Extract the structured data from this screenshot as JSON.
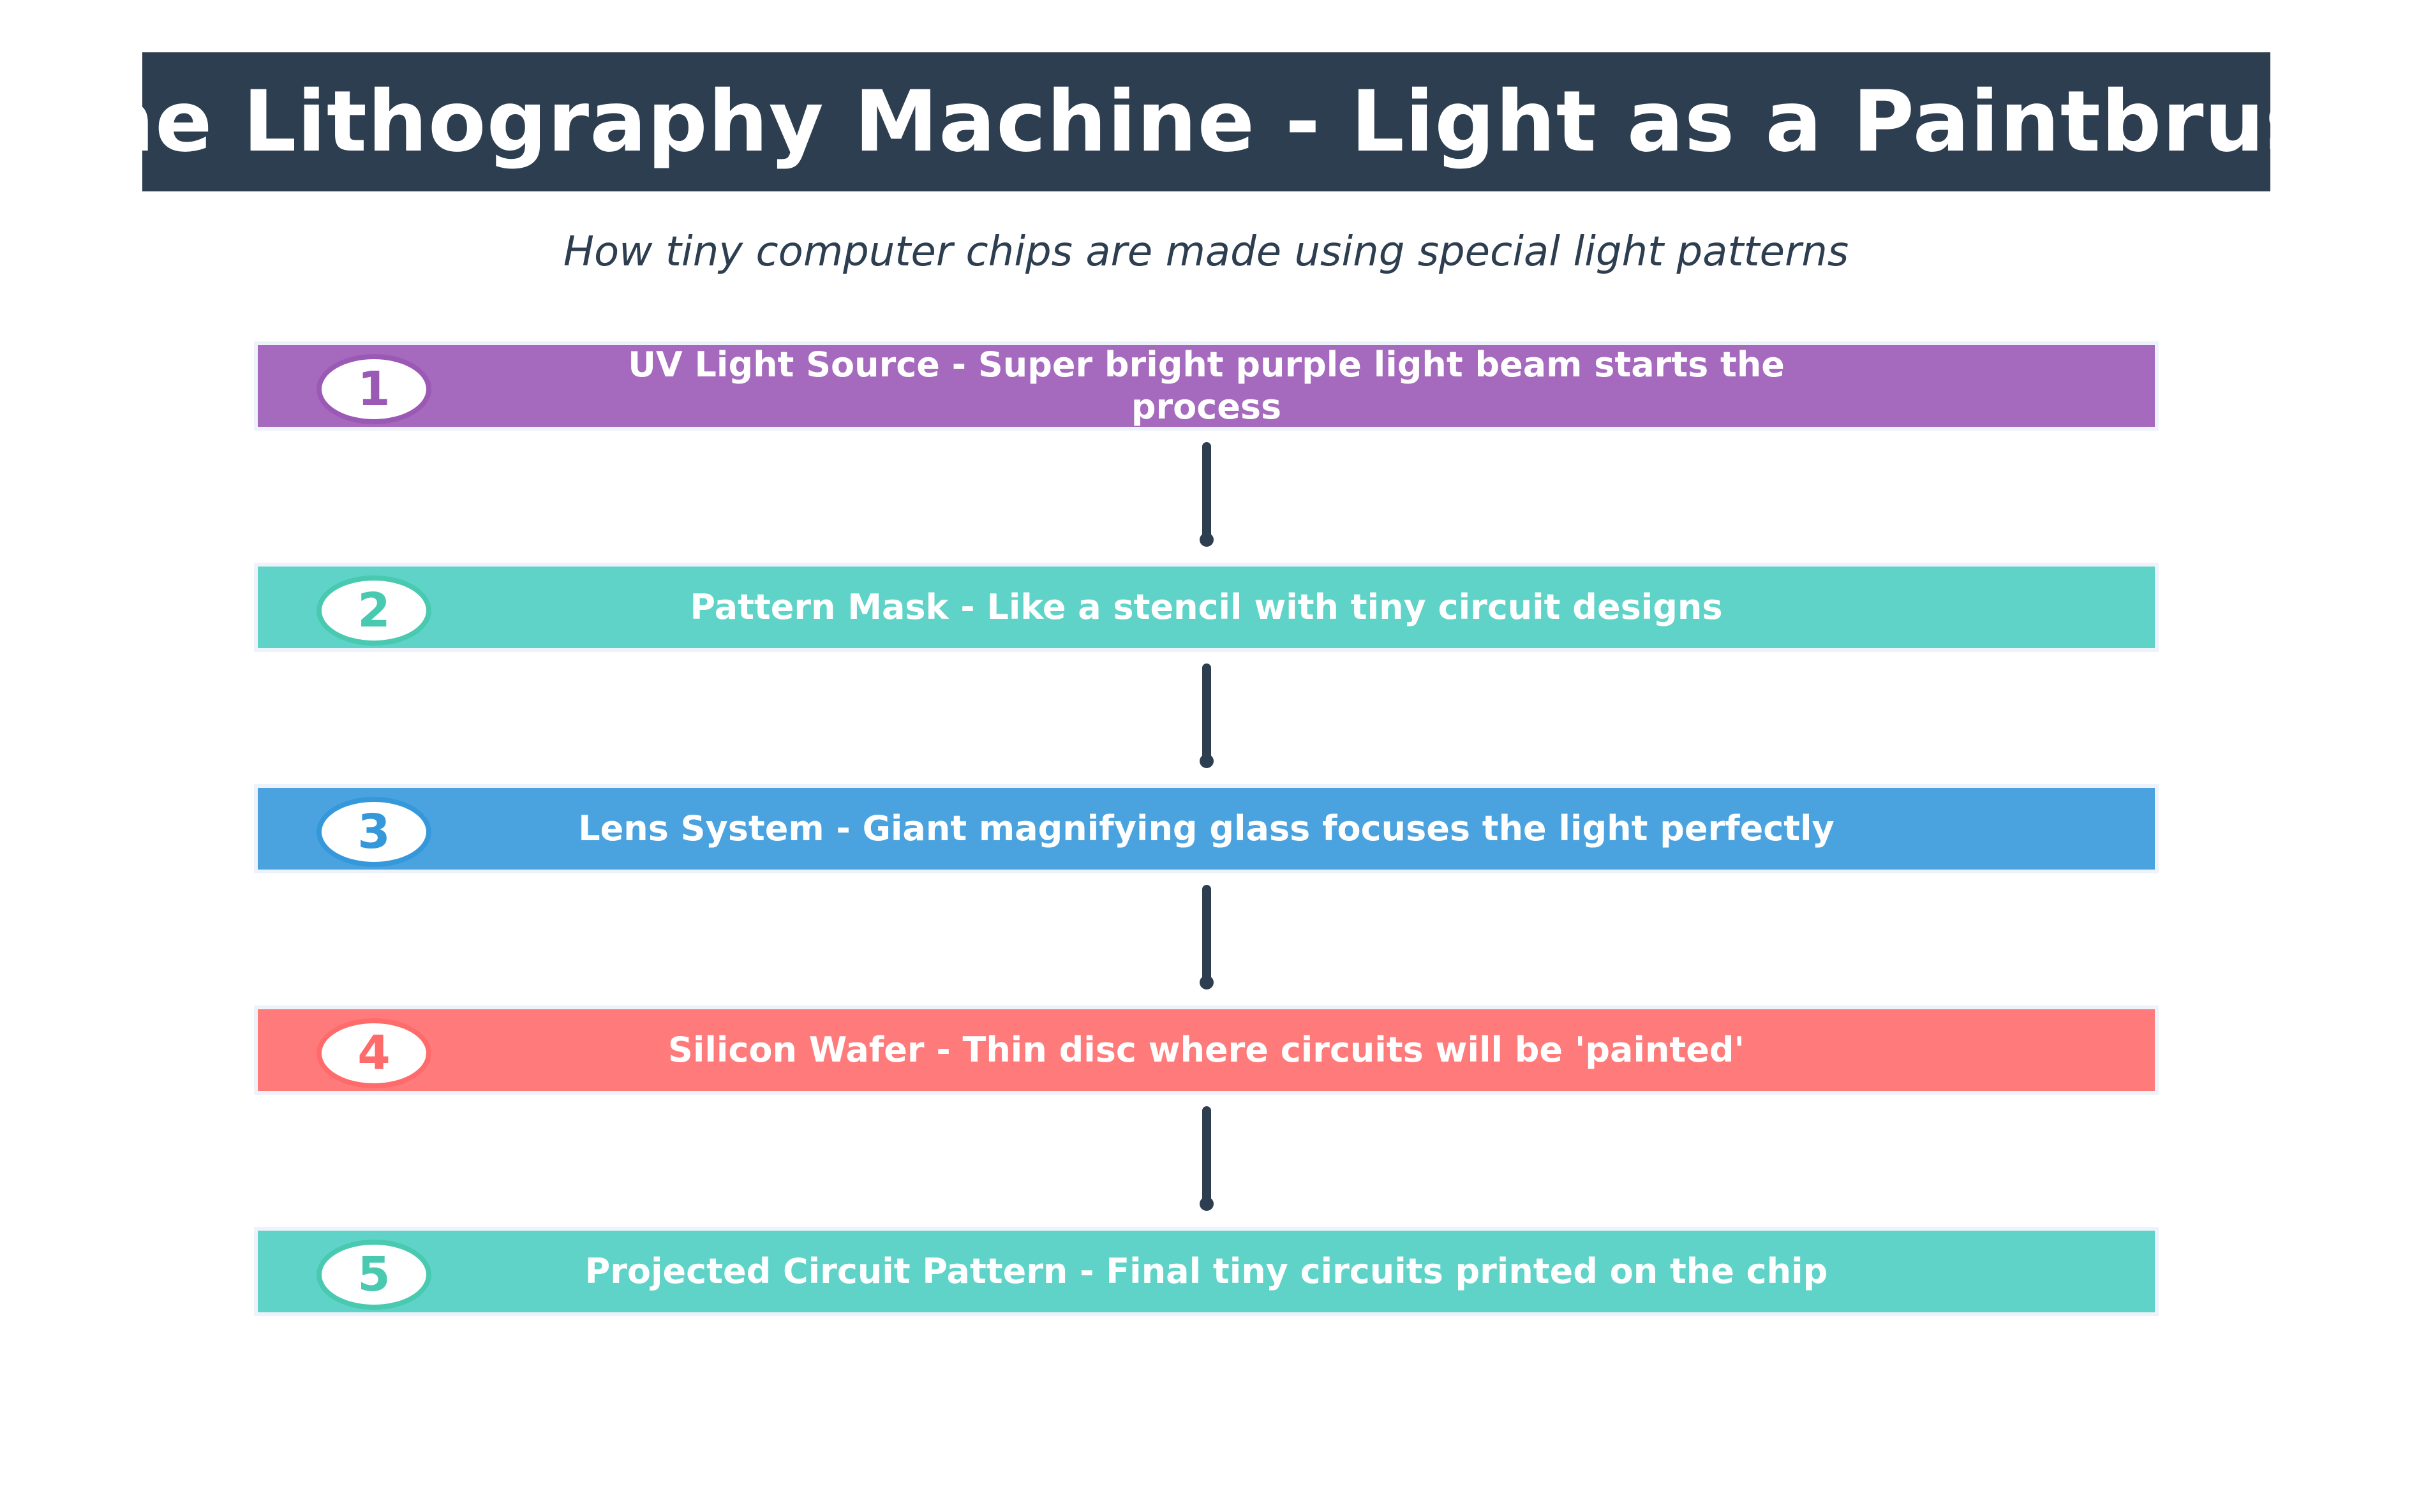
{
  "title": "The Lithography Machine - Light as a Paintbrush",
  "subtitle": "How tiny computer chips are made using special light patterns",
  "steps": [
    {
      "number": "1",
      "text": "UV Light Source - Super bright purple light beam starts the process",
      "color": "#a569bd",
      "accent": "#9b59b6"
    },
    {
      "number": "2",
      "text": "Pattern Mask - Like a stencil with tiny circuit designs",
      "color": "#5fd3c8",
      "accent": "#48c9b0"
    },
    {
      "number": "3",
      "text": "Lens System - Giant magnifying glass focuses the light perfectly",
      "color": "#4aa3df",
      "accent": "#3498db"
    },
    {
      "number": "4",
      "text": "Silicon Wafer - Thin disc where circuits will be 'painted'",
      "color": "#ff7b7b",
      "accent": "#ff6b6b"
    },
    {
      "number": "5",
      "text": "Projected Circuit Pattern - Final tiny circuits printed on the chip",
      "color": "#5fd3c8",
      "accent": "#48c9b0"
    }
  ]
}
